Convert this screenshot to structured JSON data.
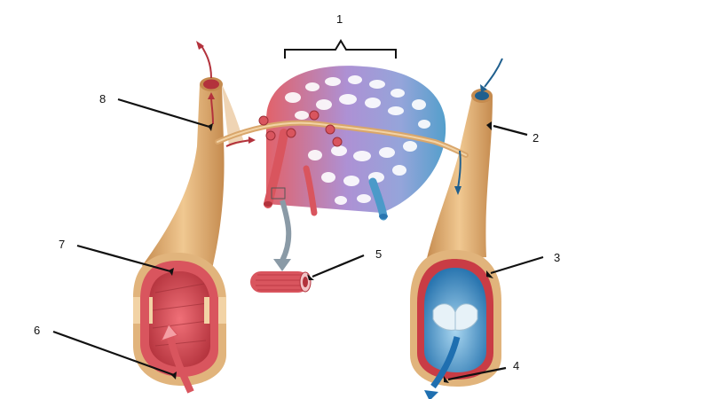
{
  "labels": [
    "1",
    "2",
    "3",
    "4",
    "5",
    "6",
    "7",
    "8"
  ],
  "colors": {
    "artery": "#d9555e",
    "artery_dark": "#b3323c",
    "artery_lumen": "#c93c45",
    "vein": "#4b9ac9",
    "vein_dark": "#1f5f8e",
    "vein_lumen": "#2a76b0",
    "capillary_mid": "#a98bd2",
    "connective": "#e1b47c",
    "connective_dark": "#c58b4f",
    "connective_light": "#f2d3a5",
    "leader_line": "#111111"
  },
  "icons": [
    "arrow-outflow-icon",
    "arrow-inflow-icon",
    "valve-icon"
  ]
}
